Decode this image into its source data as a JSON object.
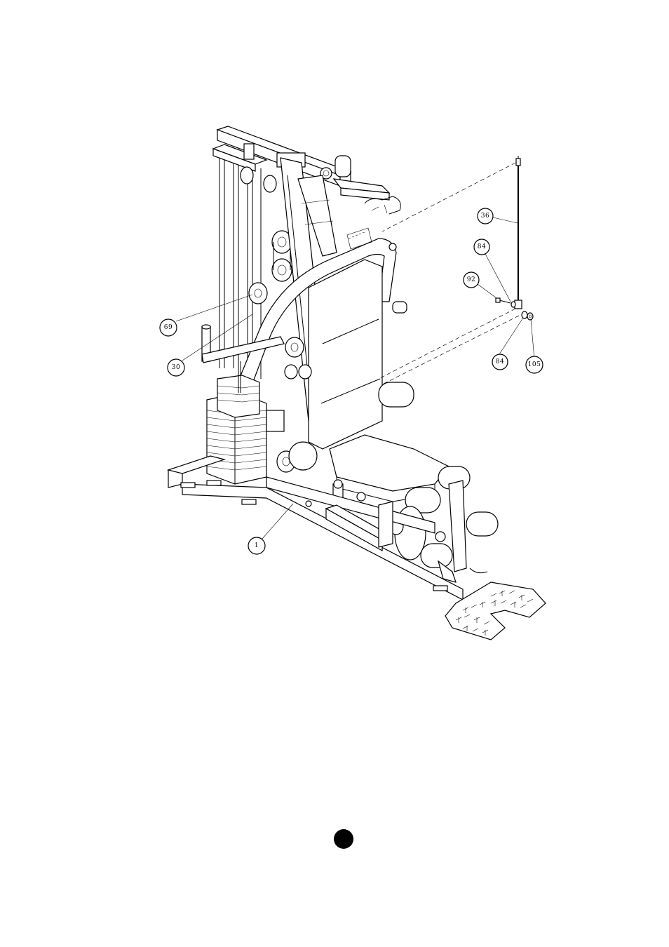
{
  "callouts": [
    {
      "id": "c36",
      "label": "36"
    },
    {
      "id": "c84a",
      "label": "84"
    },
    {
      "id": "c92",
      "label": "92"
    },
    {
      "id": "c69",
      "label": "69"
    },
    {
      "id": "c30",
      "label": "30"
    },
    {
      "id": "c84b",
      "label": "84"
    },
    {
      "id": "c105",
      "label": "105"
    },
    {
      "id": "c1",
      "label": "1"
    }
  ],
  "page_marker": {
    "color": "#000000"
  }
}
